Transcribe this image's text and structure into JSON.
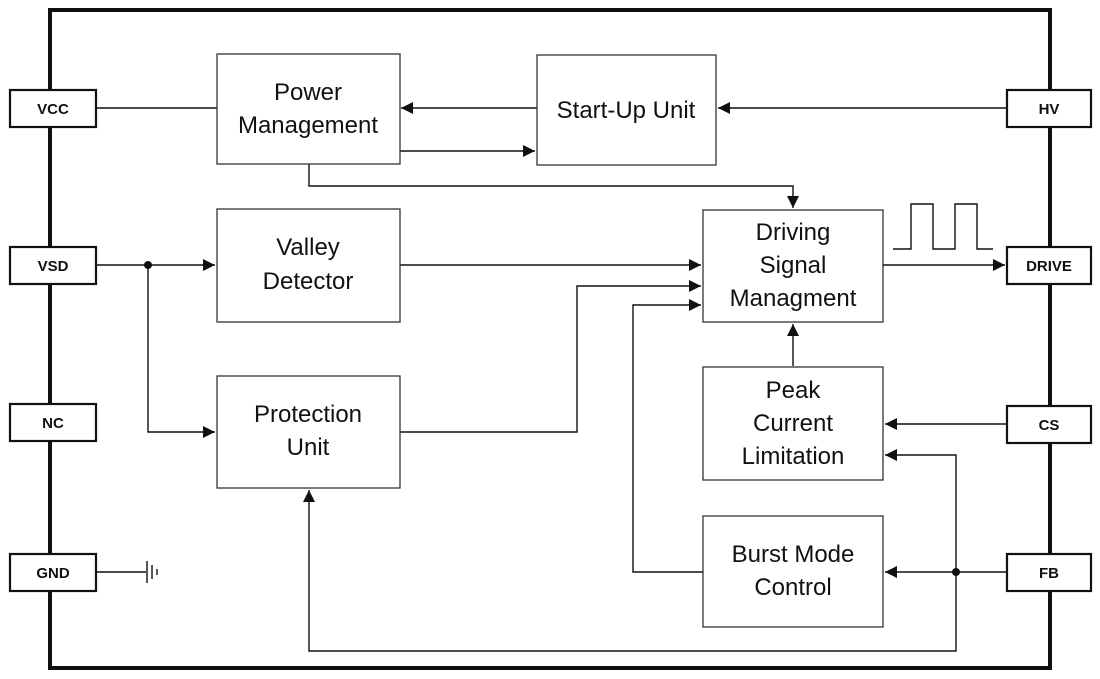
{
  "blocks": {
    "power_management": [
      "Power",
      "Management"
    ],
    "start_up_unit": [
      "Start-Up Unit"
    ],
    "valley_detector": [
      "Valley",
      "Detector"
    ],
    "protection_unit": [
      "Protection",
      "Unit"
    ],
    "driving_signal_management": [
      "Driving",
      "Signal",
      "Managment"
    ],
    "peak_current_limitation": [
      "Peak",
      "Current",
      "Limitation"
    ],
    "burst_mode_control": [
      "Burst Mode",
      "Control"
    ]
  },
  "pins": {
    "vcc": "VCC",
    "vsd": "VSD",
    "nc": "NC",
    "gnd": "GND",
    "hv": "HV",
    "drive": "DRIVE",
    "cs": "CS",
    "fb": "FB"
  },
  "colors": {
    "stroke": "#111111",
    "background": "#ffffff"
  }
}
